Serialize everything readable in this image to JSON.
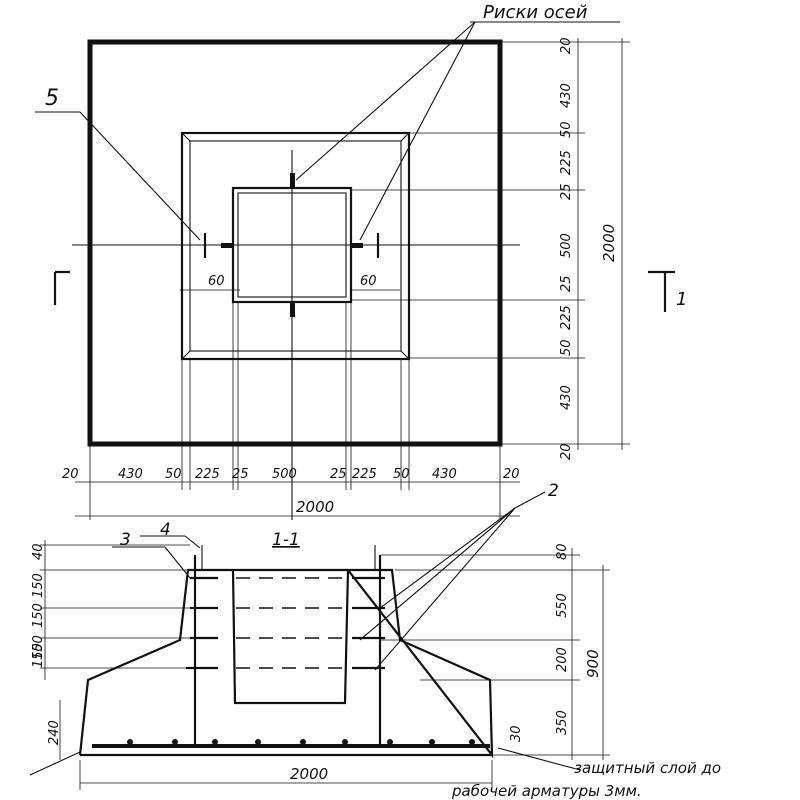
{
  "labels": {
    "axis_marks": "Риски осей",
    "callout_5": "5",
    "callout_3": "3",
    "callout_4": "4",
    "callout_2": "2",
    "section_title": "1-1",
    "cut_mark_right": "1",
    "cover_note_line1": "защитный слой до",
    "cover_note_line2": "рабочей арматуры 3мм."
  },
  "plan": {
    "bottom_dims": [
      "20",
      "430",
      "50",
      "225",
      "25",
      "500",
      "25",
      "225",
      "50",
      "430",
      "20"
    ],
    "bottom_total": "2000",
    "right_dims": [
      "20",
      "430",
      "50",
      "225",
      "25",
      "500",
      "25",
      "225",
      "50",
      "430",
      "20"
    ],
    "right_total": "2000",
    "offset_left": "60",
    "offset_right": "60"
  },
  "section": {
    "left_dims": [
      "40",
      "150",
      "150",
      "150",
      "150"
    ],
    "left_bottom_dim": "240",
    "right_dims": [
      "80",
      "550",
      "200",
      "350"
    ],
    "right_total": "900",
    "bottom_total": "2000",
    "cover_dim": "30"
  }
}
